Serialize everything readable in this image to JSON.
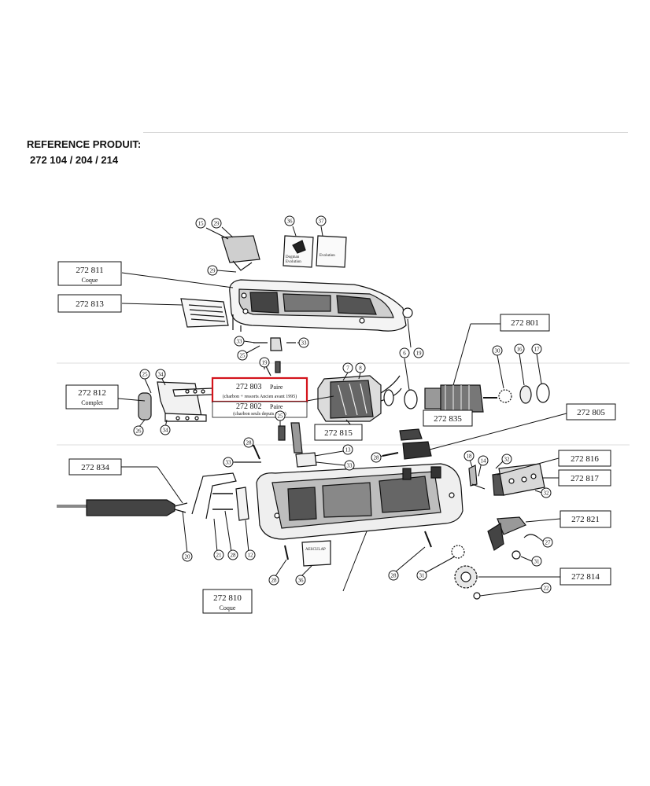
{
  "header": {
    "title": "REFERENCE PRODUIT:",
    "codes": "272 104 / 204 / 214"
  },
  "colors": {
    "highlight": "#d4141c",
    "ink": "#111111"
  },
  "part_labels": {
    "p811": {
      "code": "272 811",
      "sub": "Coque"
    },
    "p813": {
      "code": "272 813"
    },
    "p801": {
      "code": "272 801"
    },
    "p812": {
      "code": "272 812",
      "sub": "Complet"
    },
    "p803": {
      "code": "272 803",
      "qty": "Paire",
      "note": "(charbon + ressorts Ancien avant 1995)"
    },
    "p802": {
      "code": "272 802",
      "qty": "Paire",
      "note": "(charbon seuls depuis 1995)"
    },
    "p815": {
      "code": "272 815"
    },
    "p835": {
      "code": "272 835"
    },
    "p805": {
      "code": "272 805"
    },
    "p834": {
      "code": "272 834"
    },
    "p816": {
      "code": "272 816"
    },
    "p817": {
      "code": "272 817"
    },
    "p821": {
      "code": "272 821"
    },
    "p814": {
      "code": "272 814"
    },
    "p810": {
      "code": "272 810",
      "sub": "Coque"
    }
  },
  "callouts": {
    "c1": "15",
    "c2": "29",
    "c3": "36",
    "c4": "37",
    "c5": "29",
    "c6": "19",
    "c7": "33",
    "c8": "33",
    "c9": "25",
    "c10": "19",
    "c11": "6",
    "c12": "30",
    "c13": "16",
    "c14": "17",
    "c15": "7",
    "c16": "8",
    "c17": "25",
    "c18": "34",
    "c19": "26",
    "c20": "34",
    "c21": "28",
    "c22": "25",
    "c23": "13",
    "c24": "33",
    "c25": "33",
    "c26": "28",
    "c27": "18",
    "c28": "14",
    "c29": "32",
    "c30": "32",
    "c31": "20",
    "c32": "21",
    "c33": "28",
    "c34": "12",
    "c35": "28",
    "c36": "36",
    "c37": "28",
    "c38": "31",
    "c39": "27",
    "c40": "31",
    "c41": "22"
  },
  "decals": {
    "left": {
      "line1": "Dogman",
      "line2": "Evolution"
    },
    "right": {
      "line1": "Evolution"
    },
    "bottom": {
      "line1": "AESCULAP"
    }
  }
}
